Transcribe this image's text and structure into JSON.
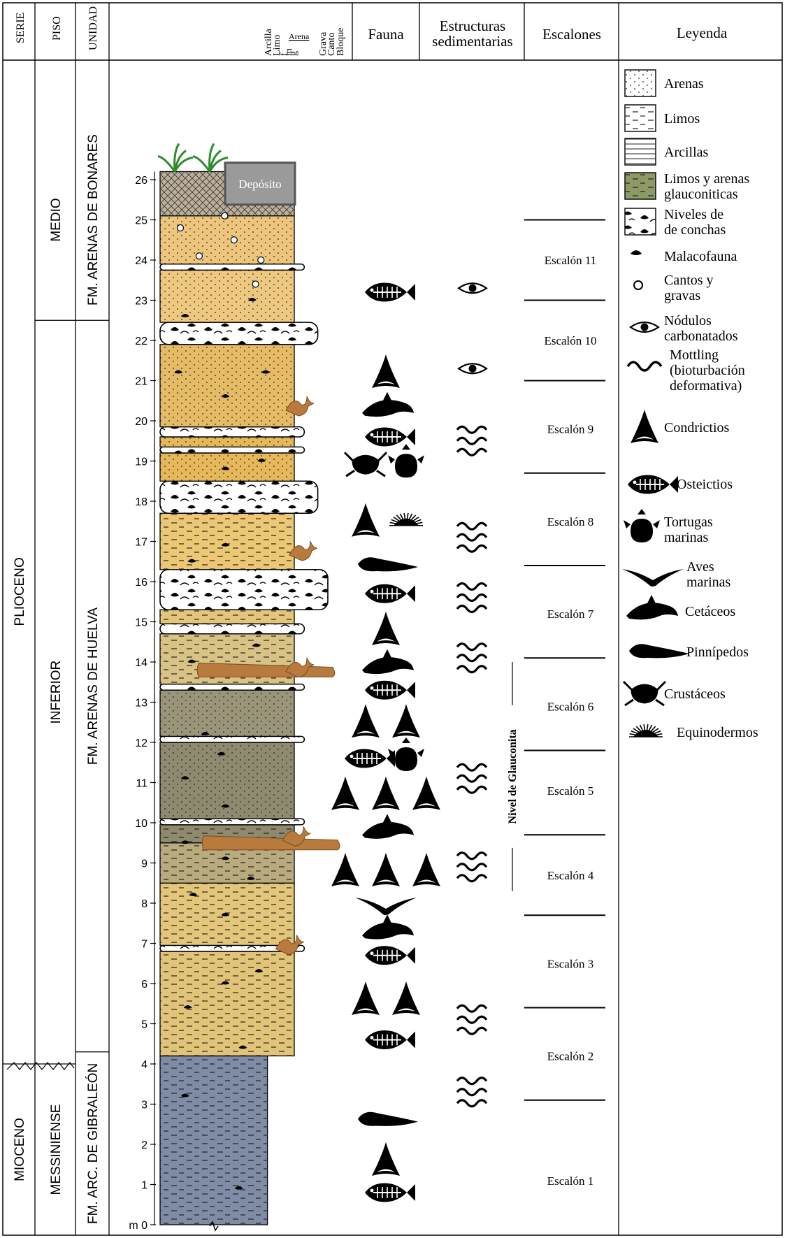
{
  "headers": {
    "serie": "SERIE",
    "piso": "PISO",
    "unidad": "UNIDAD",
    "grain_scale": [
      "Arcilla",
      "Limo",
      "f",
      "m",
      "g",
      "Grava",
      "Canto",
      "Bloque"
    ],
    "arena": "Arena",
    "fauna": "Fauna",
    "estructuras": [
      "Estructuras",
      "sedimentarias"
    ],
    "escalones": "Escalones",
    "leyenda": "Leyenda"
  },
  "series": [
    {
      "label": "PLIOCENO",
      "from": 4,
      "to": 27.5
    },
    {
      "label": "MIOCENO",
      "from": -0.5,
      "to": 4
    }
  ],
  "pisos": [
    {
      "label": "MEDIO",
      "from": 22.5,
      "to": 27.5
    },
    {
      "label": "INFERIOR",
      "from": 4,
      "to": 22.5
    },
    {
      "label": "MESSINIENSE",
      "from": -0.5,
      "to": 4
    }
  ],
  "unidades": [
    {
      "label": "FM. ARENAS DE BONARES",
      "from": 22.5,
      "to": 27.5
    },
    {
      "label": "FM. ARENAS DE HUELVA",
      "from": 4.3,
      "to": 22.5
    },
    {
      "label": "FM. ARC. DE GIBRALEÓN",
      "from": -0.5,
      "to": 4.3
    }
  ],
  "axis": {
    "ticks": [
      "m 0",
      "1",
      "2",
      "3",
      "4",
      "5",
      "6",
      "7",
      "8",
      "9",
      "10",
      "11",
      "12",
      "13",
      "14",
      "15",
      "16",
      "17",
      "18",
      "19",
      "20",
      "21",
      "22",
      "23",
      "24",
      "25",
      "26"
    ]
  },
  "deposit_label": "Depósito",
  "escalones": [
    {
      "label": "Escalón 11",
      "center": 24.0
    },
    {
      "label": "Escalón 10",
      "center": 22.0
    },
    {
      "label": "Escalón 9",
      "center": 19.8
    },
    {
      "label": "Escalón 8",
      "center": 17.5
    },
    {
      "label": "Escalón 7",
      "center": 15.2
    },
    {
      "label": "Escalón 6",
      "center": 12.9
    },
    {
      "label": "Escalón 5",
      "center": 10.8
    },
    {
      "label": "Escalón 4",
      "center": 8.7
    },
    {
      "label": "Escalón 3",
      "center": 6.5
    },
    {
      "label": "Escalón 2",
      "center": 4.2
    },
    {
      "label": "Escalón 1",
      "center": 1.1
    }
  ],
  "escalon_boundaries": [
    25.0,
    23.0,
    21.0,
    18.7,
    16.4,
    14.1,
    11.8,
    9.7,
    7.7,
    5.4,
    3.1
  ],
  "glauconita_label": "Nivel de Glauconita",
  "glauconita_range": [
    8.3,
    14.0
  ],
  "beds": [
    {
      "from": 0,
      "to": 4.2,
      "lith": "limo",
      "color": "#7f8ca6",
      "width": 0.64
    },
    {
      "from": 4.2,
      "to": 6.8,
      "lith": "limo",
      "color": "#e2c478",
      "width": 0.8
    },
    {
      "from": 6.8,
      "to": 6.95,
      "lith": "conchas",
      "color": "#ffffff",
      "width": 0.86
    },
    {
      "from": 6.95,
      "to": 8.5,
      "lith": "limo",
      "color": "#e3c67a",
      "width": 0.8
    },
    {
      "from": 8.5,
      "to": 9.5,
      "lith": "limo",
      "color": "#b9ab7e",
      "width": 0.8
    },
    {
      "from": 9.5,
      "to": 9.95,
      "lith": "limo",
      "color": "#8e8a6c",
      "width": 0.8
    },
    {
      "from": 9.95,
      "to": 10.1,
      "lith": "conchas",
      "color": "#ffffff",
      "width": 0.86
    },
    {
      "from": 10.1,
      "to": 12.0,
      "lith": "arena",
      "color": "#8d8a6f",
      "width": 0.8
    },
    {
      "from": 12.0,
      "to": 12.15,
      "lith": "conchas",
      "color": "#ffffff",
      "width": 0.86
    },
    {
      "from": 12.15,
      "to": 13.3,
      "lith": "arena",
      "color": "#9a9478",
      "width": 0.8
    },
    {
      "from": 13.3,
      "to": 13.45,
      "lith": "conchas",
      "color": "#ffffff",
      "width": 0.86
    },
    {
      "from": 13.45,
      "to": 14.7,
      "lith": "limo",
      "color": "#d9c384",
      "width": 0.8
    },
    {
      "from": 14.7,
      "to": 14.95,
      "lith": "conchas",
      "color": "#ffffff",
      "width": 0.86
    },
    {
      "from": 14.95,
      "to": 15.3,
      "lith": "limo",
      "color": "#e3c67a",
      "width": 0.8
    },
    {
      "from": 15.3,
      "to": 16.3,
      "lith": "conchas",
      "color": "#ffffff",
      "width": 1.0
    },
    {
      "from": 16.3,
      "to": 17.7,
      "lith": "limo",
      "color": "#ecc874",
      "width": 0.8
    },
    {
      "from": 17.7,
      "to": 18.5,
      "lith": "conchas",
      "color": "#ffffff",
      "width": 0.94
    },
    {
      "from": 18.5,
      "to": 19.2,
      "lith": "arena",
      "color": "#e6b85a",
      "width": 0.8
    },
    {
      "from": 19.2,
      "to": 19.35,
      "lith": "conchas",
      "color": "#ffffff",
      "width": 0.86
    },
    {
      "from": 19.35,
      "to": 19.6,
      "lith": "arena",
      "color": "#e6b85a",
      "width": 0.8
    },
    {
      "from": 19.6,
      "to": 19.85,
      "lith": "conchas",
      "color": "#ffffff",
      "width": 0.86
    },
    {
      "from": 19.85,
      "to": 21.9,
      "lith": "arena",
      "color": "#e6bb66",
      "width": 0.8
    },
    {
      "from": 21.9,
      "to": 22.45,
      "lith": "conchas",
      "color": "#ffffff",
      "width": 0.94
    },
    {
      "from": 22.45,
      "to": 23.75,
      "lith": "arena",
      "color": "#efc880",
      "width": 0.8
    },
    {
      "from": 23.75,
      "to": 23.9,
      "lith": "conchas",
      "color": "#ffffff",
      "width": 0.86
    },
    {
      "from": 23.9,
      "to": 25.1,
      "lith": "arena",
      "color": "#eec57c",
      "width": 0.8
    },
    {
      "from": 25.1,
      "to": 26.2,
      "lith": "deposito",
      "color": "#bcaf99",
      "width": 0.8
    }
  ],
  "structures": [
    {
      "type": "nodulo",
      "at": 23.3
    },
    {
      "type": "nodulo",
      "at": 21.3
    },
    {
      "type": "mottling",
      "at": 19.5
    },
    {
      "type": "mottling",
      "at": 17.1
    },
    {
      "type": "mottling",
      "at": 15.6
    },
    {
      "type": "mottling",
      "at": 14.1
    },
    {
      "type": "mottling",
      "at": 11.1
    },
    {
      "type": "mottling",
      "at": 8.9
    },
    {
      "type": "mottling",
      "at": 5.1
    },
    {
      "type": "mottling",
      "at": 3.3
    }
  ],
  "fauna": [
    {
      "at": 23.2,
      "icons": [
        "osteictio"
      ]
    },
    {
      "at": 21.2,
      "icons": [
        "condrictio"
      ]
    },
    {
      "at": 20.3,
      "icons": [
        "cetaceo"
      ]
    },
    {
      "at": 19.6,
      "icons": [
        "osteictio"
      ]
    },
    {
      "at": 18.9,
      "icons": [
        "crustaceo",
        "tortuga"
      ]
    },
    {
      "at": 17.5,
      "icons": [
        "condrictio",
        "equinodermo"
      ]
    },
    {
      "at": 16.4,
      "icons": [
        "pinnipedo"
      ]
    },
    {
      "at": 15.7,
      "icons": [
        "osteictio"
      ]
    },
    {
      "at": 14.8,
      "icons": [
        "condrictio"
      ]
    },
    {
      "at": 13.9,
      "icons": [
        "cetaceo"
      ]
    },
    {
      "at": 13.3,
      "icons": [
        "osteictio"
      ]
    },
    {
      "at": 12.5,
      "icons": [
        "condrictio",
        "condrictio"
      ]
    },
    {
      "at": 11.6,
      "icons": [
        "osteictio",
        "tortuga"
      ]
    },
    {
      "at": 10.7,
      "icons": [
        "condrictio",
        "condrictio",
        "condrictio"
      ]
    },
    {
      "at": 9.8,
      "icons": [
        "cetaceo"
      ]
    },
    {
      "at": 8.8,
      "icons": [
        "condrictio",
        "condrictio",
        "condrictio"
      ]
    },
    {
      "at": 8.0,
      "icons": [
        "ave"
      ]
    },
    {
      "at": 7.3,
      "icons": [
        "cetaceo"
      ]
    },
    {
      "at": 6.7,
      "icons": [
        "osteictio"
      ]
    },
    {
      "at": 5.6,
      "icons": [
        "condrictio",
        "condrictio"
      ]
    },
    {
      "at": 4.6,
      "icons": [
        "osteictio"
      ]
    },
    {
      "at": 2.6,
      "icons": [
        "pinnipedo"
      ]
    },
    {
      "at": 1.6,
      "icons": [
        "condrictio"
      ]
    },
    {
      "at": 0.8,
      "icons": [
        "osteictio"
      ]
    }
  ],
  "malacofauna": [
    {
      "at": 0.9,
      "x": 0.55
    },
    {
      "at": 3.2,
      "x": 0.15
    },
    {
      "at": 4.4,
      "x": 0.58
    },
    {
      "at": 5.4,
      "x": 0.17
    },
    {
      "at": 6.0,
      "x": 0.45
    },
    {
      "at": 6.3,
      "x": 0.7
    },
    {
      "at": 7.7,
      "x": 0.45
    },
    {
      "at": 8.2,
      "x": 0.21
    },
    {
      "at": 8.6,
      "x": 0.64
    },
    {
      "at": 9.1,
      "x": 0.45
    },
    {
      "at": 9.5,
      "x": 0.15
    },
    {
      "at": 10.4,
      "x": 0.45
    },
    {
      "at": 11.1,
      "x": 0.15
    },
    {
      "at": 11.7,
      "x": 0.42
    },
    {
      "at": 12.2,
      "x": 0.3
    },
    {
      "at": 14.4,
      "x": 0.68
    },
    {
      "at": 14.0,
      "x": 0.2
    },
    {
      "at": 16.5,
      "x": 0.2
    },
    {
      "at": 16.9,
      "x": 0.45
    },
    {
      "at": 19.0,
      "x": 0.72
    },
    {
      "at": 18.8,
      "x": 0.45
    },
    {
      "at": 19.2,
      "x": 0.1
    },
    {
      "at": 20.6,
      "x": 0.45
    },
    {
      "at": 21.2,
      "x": 0.1
    },
    {
      "at": 21.2,
      "x": 0.75
    },
    {
      "at": 22.6,
      "x": 0.15
    },
    {
      "at": 23.0,
      "x": 0.65
    }
  ],
  "cantos": [
    {
      "at": 24.8,
      "x": 0.12
    },
    {
      "at": 24.5,
      "x": 0.52
    },
    {
      "at": 24.1,
      "x": 0.26
    },
    {
      "at": 24.0,
      "x": 0.72
    },
    {
      "at": 25.1,
      "x": 0.45
    },
    {
      "at": 23.4,
      "x": 0.68
    }
  ],
  "bioturbation": [
    {
      "at": 7.0,
      "x": 0.74
    },
    {
      "at": 9.7,
      "x": 0.78
    },
    {
      "at": 13.9,
      "x": 0.8
    },
    {
      "at": 16.8,
      "x": 0.82
    },
    {
      "at": 20.4,
      "x": 0.8
    }
  ],
  "burrows": [
    {
      "at": 9.5,
      "x1": 0.26,
      "x2": 1.0
    },
    {
      "at": 13.8,
      "x1": 0.23,
      "x2": 0.97
    }
  ],
  "legend": [
    {
      "key": "arenas",
      "label": [
        "Arenas"
      ]
    },
    {
      "key": "limos",
      "label": [
        "Limos"
      ]
    },
    {
      "key": "arcillas",
      "label": [
        "Arcillas"
      ]
    },
    {
      "key": "glauconiticas",
      "label": [
        "Limos y arenas",
        "glauconiticas"
      ]
    },
    {
      "key": "conchas",
      "label": [
        "Niveles de",
        "de conchas"
      ]
    },
    {
      "key": "malacofauna",
      "label": [
        "Malacofauna"
      ]
    },
    {
      "key": "cantos",
      "label": [
        "Cantos y",
        "gravas"
      ]
    },
    {
      "key": "nodulos",
      "label": [
        "Nódulos",
        "carbonatados"
      ]
    },
    {
      "key": "mottling",
      "label": [
        "Mottling",
        "(bioturbación",
        "deformativa)"
      ]
    },
    {
      "key": "condrictios",
      "label": [
        "Condrictios"
      ]
    },
    {
      "key": "osteictios",
      "label": [
        "Osteictios"
      ]
    },
    {
      "key": "tortugas",
      "label": [
        "Tortugas",
        "marinas"
      ]
    },
    {
      "key": "aves",
      "label": [
        "Aves",
        "marinas"
      ]
    },
    {
      "key": "cetaceos",
      "label": [
        "Cetáceos"
      ]
    },
    {
      "key": "pinnipedos",
      "label": [
        "Pinnípedos"
      ]
    },
    {
      "key": "crustaceos",
      "label": [
        "Crustáceos"
      ]
    },
    {
      "key": "equinodermos",
      "label": [
        "Equinodermos"
      ]
    }
  ],
  "colors": {
    "line": "#000000",
    "burrow": "#b97b3d",
    "burrow_stroke": "#7a4d20",
    "glauconite_swatch": "#8d9a66",
    "deposit_box": "#9a9a9a",
    "grass": "#2e8b2e"
  }
}
